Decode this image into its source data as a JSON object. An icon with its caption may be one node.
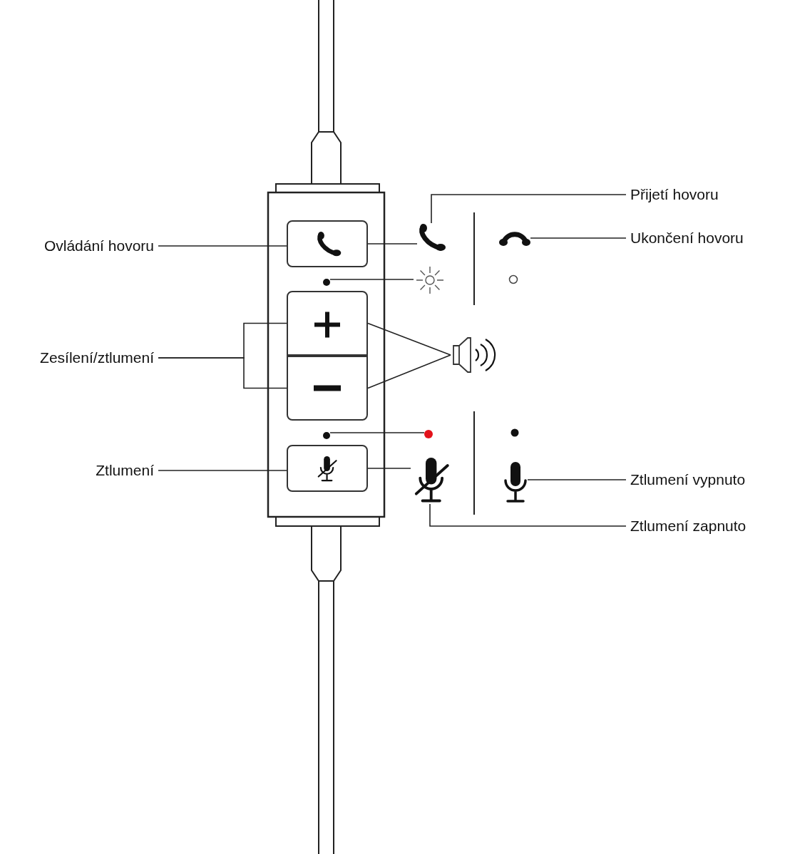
{
  "diagram": {
    "nodes": [
      {
        "text": [
          "Ovládání hovoru"
        ]
      },
      {
        "text": [],
        "shape": "box"
      },
      {
        "text": [
          "Přijetí hovoru"
        ]
      },
      {
        "text": [],
        "shape": "phone"
      },
      {
        "text": [
          "Ukončení hovoru"
        ]
      },
      {
        "text": [],
        "shape": "phone"
      },
      {
        "text": [
          "Zesílení/ztlumení"
        ]
      },
      {
        "text": [],
        "shape": "box"
      },
      {
        "text": [],
        "shape": "box"
      },
      {
        "text": [],
        "shape": "speaker"
      },
      {
        "text": [
          "Ztlumení"
        ]
      },
      {
        "text": [],
        "shape": "box"
      },
      {
        "text": [
          "Ztlumení vypnuto"
        ]
      },
      {
        "text": [],
        "shape": "microphone"
      },
      {
        "text": [
          "Ztlumení zapnuto"
        ]
      },
      {
        "text": [],
        "shape": "microphone"
      },
      {
        "text": [],
        "shape": "circle"
      },
      {
        "text": [],
        "shape": "sun"
      },
      {
        "text": [],
        "shape": "circle"
      },
      {
        "text": [],
        "shape": "circle"
      }
    ],
    "edges": [
      {
        "from": 0,
        "to": 1,
        "arrow": "none"
      },
      {
        "from": 1,
        "to": 3,
        "arrow": "none"
      },
      {
        "from": 2,
        "to": 3,
        "arrow": "none"
      },
      {
        "from": 4,
        "to": 5,
        "arrow": "none"
      },
      {
        "from": 6,
        "to": 7,
        "arrow": "none"
      },
      {
        "from": 6,
        "to": 8,
        "arrow": "none"
      },
      {
        "from": 7,
        "to": 9,
        "arrow": "none"
      },
      {
        "from": 8,
        "to": 9,
        "arrow": "none"
      },
      {
        "from": 10,
        "to": 11,
        "arrow": "none"
      },
      {
        "from": 11,
        "to": 13,
        "arrow": "none"
      },
      {
        "from": 12,
        "to": 15,
        "arrow": "none"
      },
      {
        "from": 14,
        "to": 13,
        "arrow": "none"
      },
      {
        "from": 16,
        "to": 17,
        "arrow": "none"
      },
      {
        "from": 18,
        "to": 19,
        "arrow": "none"
      }
    ]
  }
}
